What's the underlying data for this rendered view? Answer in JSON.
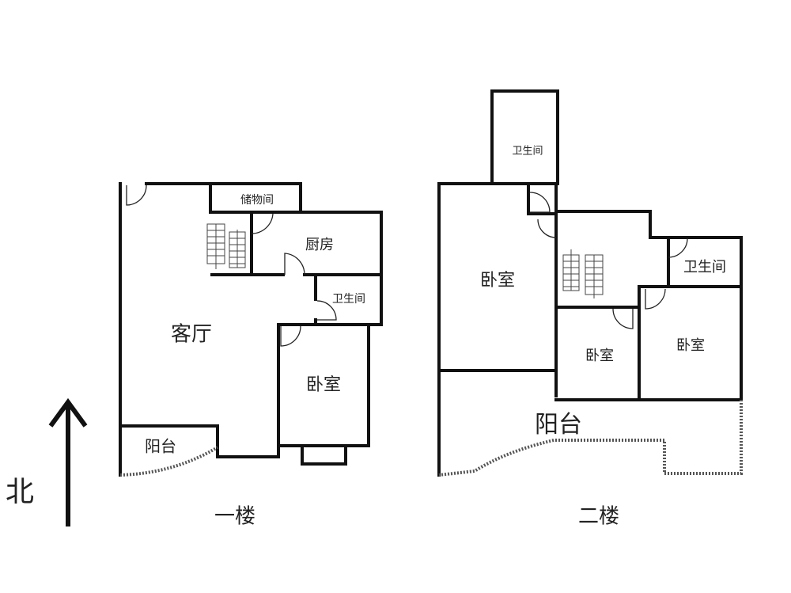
{
  "floor1": {
    "title": "一楼",
    "rooms": {
      "storage": "储物间",
      "kitchen": "厨房",
      "bath": "卫生间",
      "living": "客厅",
      "bedroom": "卧室",
      "balcony": "阳台"
    }
  },
  "floor2": {
    "title": "二楼",
    "rooms": {
      "bath_top": "卫生间",
      "bedroom_big": "卧室",
      "bath": "卫生间",
      "bedroom_mid": "卧室",
      "bedroom_right": "卧室",
      "balcony": "阳台"
    }
  },
  "compass": {
    "label": "北"
  }
}
